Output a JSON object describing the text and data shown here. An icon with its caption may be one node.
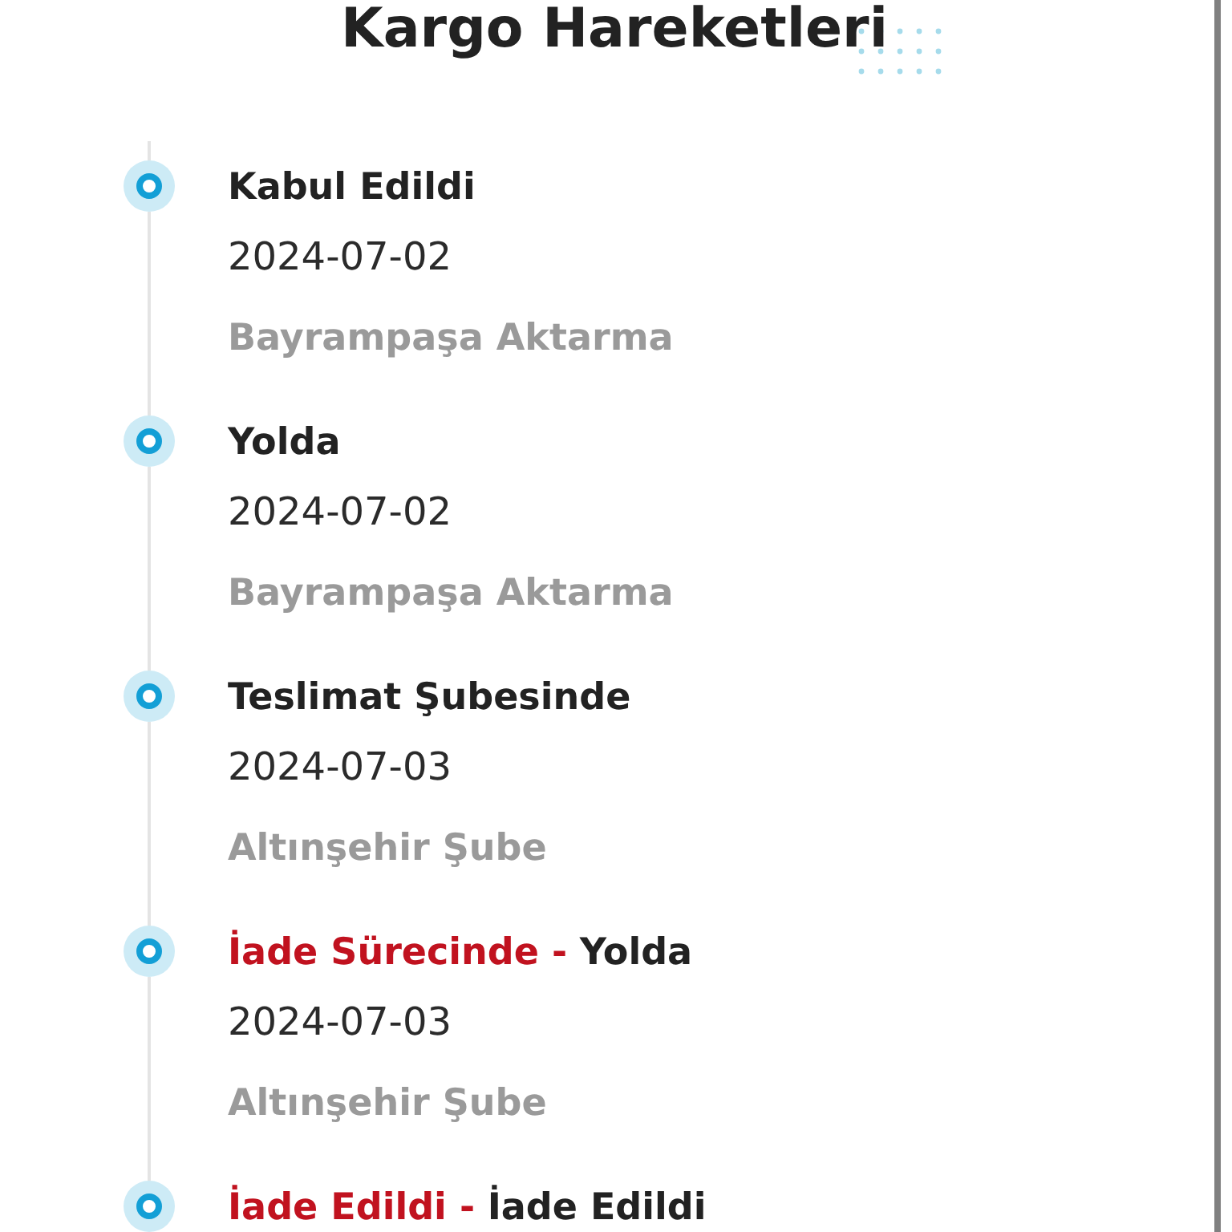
{
  "diagram": {
    "title": "Kargo Hareketleri",
    "nodes": [
      {
        "text": [],
        "shape": "circle",
        "beside": [
          "Kabul Edildi",
          "2024-07-02",
          "Bayrampaşa Aktarma"
        ]
      },
      {
        "text": [],
        "shape": "circle",
        "beside": [
          "Yolda",
          "2024-07-02",
          "Bayrampaşa Aktarma"
        ]
      },
      {
        "text": [],
        "shape": "circle",
        "beside": [
          "Teslimat Şubesinde",
          "2024-07-03",
          "Altınşehir Şube"
        ]
      },
      {
        "text": [],
        "shape": "circle",
        "beside": [
          "İade Sürecinde -",
          "Yolda",
          "2024-07-03",
          "Altınşehir Şube"
        ]
      },
      {
        "text": [],
        "shape": "circle",
        "beside": [
          "İade Edildi -",
          "İade Edildi"
        ]
      }
    ],
    "edges": [
      {
        "from": null,
        "to": 0,
        "arrow": "none"
      },
      {
        "from": 0,
        "to": 1,
        "arrow": "none"
      },
      {
        "from": 1,
        "to": 2,
        "arrow": "none"
      },
      {
        "from": 2,
        "to": 3,
        "arrow": "none"
      },
      {
        "from": 3,
        "to": 4,
        "arrow": "none"
      }
    ]
  }
}
